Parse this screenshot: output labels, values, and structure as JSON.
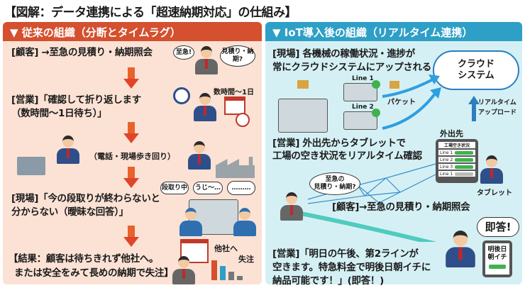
{
  "title": "【図解：データ連携による「超速納期対応」の仕組み】",
  "left": {
    "header": "▼ 従来の組織（分断とタイムラグ）",
    "step1": "[顧客] →至急の見積り・納期照会",
    "step1_bubbles": [
      "至急!",
      "見積り・納期?"
    ],
    "step2_line1": "[営業]「確認して折り返します",
    "step2_line2": "（数時間〜1日待ち）」",
    "step2_note": "数時間〜1日",
    "step3": "（電話・現場歩き回り）",
    "step4_line1": "[現場]「今の段取りが終わらないと",
    "step4_line2": "分からない（曖昧な回答）」",
    "step4_bubbles": [
      "段取り中",
      "うじ〜…",
      "………"
    ],
    "result_line1": "【結果：顧客は待ちきれず他社へ。",
    "result_line2": "または安全をみて長めの納期で失注】",
    "result_labels": [
      "他社へ",
      "失注"
    ]
  },
  "right": {
    "header": "▼ IoT導入後の組織（リアルタイム連携）",
    "field_line1": "[現場] 各機械の稼働状況・進捗が",
    "field_line2": "常にクラウドシステムにアップされる",
    "cloud_line1": "クラウド",
    "cloud_line2": "システム",
    "line1": "Line 1",
    "line2": "Line 2",
    "packet": "パケット",
    "upload_line1": "リアルタイム",
    "upload_line2": "アップロード",
    "away": "外出先",
    "sales_line1": "[営業] 外出先からタブレットで",
    "sales_line2": "工場の空き状況をリアルタイム確認",
    "tablet_title": "工場空き状況",
    "tablet_lines": [
      "Line 1",
      "Line 2",
      "Line 3",
      "Line 1"
    ],
    "tablet_label": "タブレット",
    "customer_bubble_line1": "至急の",
    "customer_bubble_line2": "見積り・納期?",
    "customer": "[顧客]→至急の見積り・納期照会",
    "instant": "即答!",
    "answer_tablet_line1": "明後日",
    "answer_tablet_line2": "朝イチ",
    "answer_line1": "[営業]「明日の午後、第2ラインが",
    "answer_line2": "空きます。特急料金で明後日朝イチに",
    "answer_line3": "納品可能です！」(即答！)"
  },
  "colors": {
    "left_header": "#d4502f",
    "right_header": "#2e9fc6",
    "left_bg": "#fbe2d4",
    "right_bg": "#d5f0f4"
  }
}
